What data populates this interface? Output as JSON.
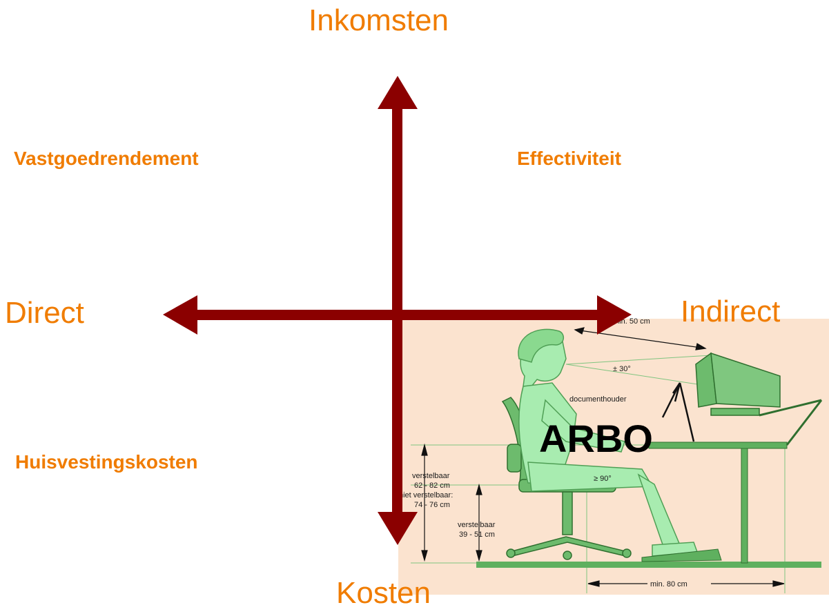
{
  "axes": {
    "top": "Inkomsten",
    "bottom": "Kosten",
    "left": "Direct",
    "right": "Indirect"
  },
  "quadrants": {
    "top_left": "Vastgoedrendement",
    "top_right": "Effectiviteit",
    "bottom_left": "Huisvestingskosten"
  },
  "illustration": {
    "title": "ARBO",
    "eye_distance": "min. 50 cm",
    "angle": "± 30°",
    "document_holder": "documenthouder",
    "knee_angle": "≥ 90°",
    "desk_adjustable": "verstelbaar",
    "desk_adjustable_range": "62 - 82 cm",
    "desk_fixed": "niet verstelbaar:",
    "desk_fixed_range": "74 - 76 cm",
    "seat_adjustable": "verstelbaar",
    "seat_range": "39 - 51 cm",
    "leg_space": "min. 80 cm"
  },
  "colors": {
    "axis": "#8b0000",
    "label": "#f07c00",
    "panel": "#fbe3cf",
    "figure": "#9be29b",
    "equipment": "#5fb05f"
  }
}
